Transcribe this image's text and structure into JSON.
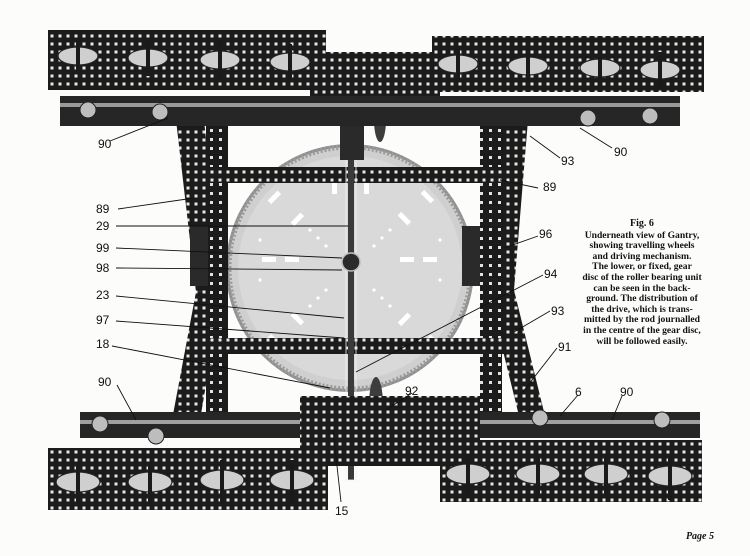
{
  "caption": {
    "heading": "Fig. 6",
    "lines": [
      "Underneath view of Gantry,",
      "showing travelling wheels",
      "and driving mechanism.",
      "The lower, or fixed, gear",
      "disc of the roller bearing unit",
      "can be seen in the back-",
      "ground. The distribution of",
      "the drive, which is trans-",
      "mitted by the rod journalled",
      "in the centre of the gear disc,",
      "will be followed easily."
    ]
  },
  "page_number": "Page 5",
  "callouts": [
    {
      "id": "c90a",
      "text": "90"
    },
    {
      "id": "c90b",
      "text": "90"
    },
    {
      "id": "c93a",
      "text": "93"
    },
    {
      "id": "c89a",
      "text": "89"
    },
    {
      "id": "c89b",
      "text": "89"
    },
    {
      "id": "c29",
      "text": "29"
    },
    {
      "id": "c99",
      "text": "99"
    },
    {
      "id": "c98",
      "text": "98"
    },
    {
      "id": "c23",
      "text": "23"
    },
    {
      "id": "c97",
      "text": "97"
    },
    {
      "id": "c18",
      "text": "18"
    },
    {
      "id": "c90c",
      "text": "90"
    },
    {
      "id": "c96",
      "text": "96"
    },
    {
      "id": "c94",
      "text": "94"
    },
    {
      "id": "c93b",
      "text": "93"
    },
    {
      "id": "c91",
      "text": "91"
    },
    {
      "id": "c92",
      "text": "92"
    },
    {
      "id": "c6",
      "text": "6"
    },
    {
      "id": "c90d",
      "text": "90"
    },
    {
      "id": "c15",
      "text": "15"
    }
  ],
  "figure": {
    "image_subject": "meccano-gantry-underside",
    "colors": {
      "ink": "#151515",
      "gear": "#c9c9c9",
      "gear_edge": "#8a8a8a",
      "paper": "#fcfcfa"
    }
  }
}
